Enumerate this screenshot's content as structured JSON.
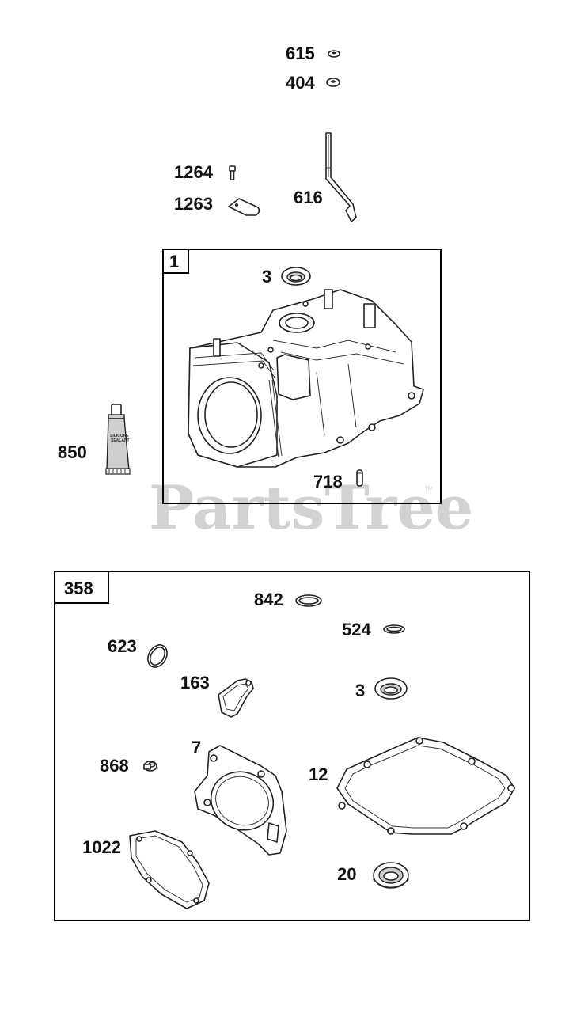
{
  "watermark": {
    "text": "PartsTree",
    "tm": "™"
  },
  "tube_label": {
    "line1": "SILICONE",
    "line2": "SEALANT"
  },
  "callouts": {
    "c615": "615",
    "c404": "404",
    "c1264": "1264",
    "c1263": "1263",
    "c616": "616",
    "c1": "1",
    "c3_top": "3",
    "c850": "850",
    "c718": "718",
    "c358": "358",
    "c842": "842",
    "c524": "524",
    "c623": "623",
    "c163": "163",
    "c3_kit": "3",
    "c868": "868",
    "c7": "7",
    "c12": "12",
    "c1022": "1022",
    "c20": "20"
  }
}
